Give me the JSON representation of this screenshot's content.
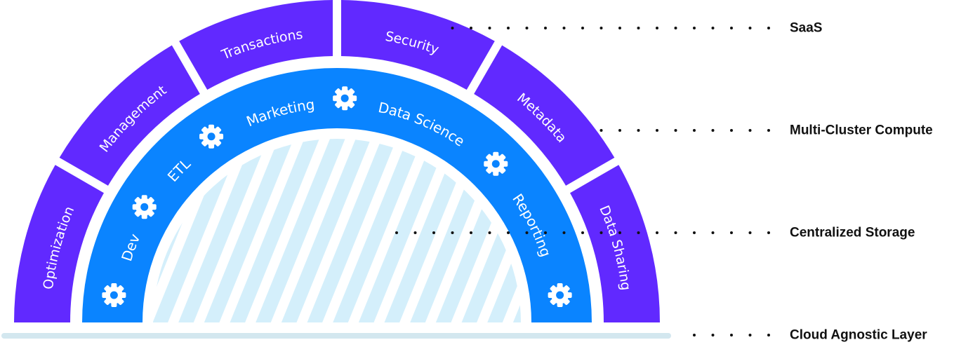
{
  "colors": {
    "purple": "#6129ff",
    "blue": "#0a84ff",
    "hatch": "#d4effb",
    "base": "#d3e7ef",
    "text": "#111111"
  },
  "outer_ring": {
    "segments": [
      {
        "label": "Optimization"
      },
      {
        "label": "Management"
      },
      {
        "label": "Transactions"
      },
      {
        "label": "Security"
      },
      {
        "label": "Metadata"
      },
      {
        "label": "Data Sharing"
      }
    ]
  },
  "inner_ring": {
    "items": [
      {
        "type": "gear-icon"
      },
      {
        "type": "label",
        "label": "Dev"
      },
      {
        "type": "gear-icon"
      },
      {
        "type": "label",
        "label": "ETL"
      },
      {
        "type": "gear-icon"
      },
      {
        "type": "label",
        "label": "Marketing"
      },
      {
        "type": "gear-icon"
      },
      {
        "type": "label",
        "label": "Data Science"
      },
      {
        "type": "gear-icon"
      },
      {
        "type": "label",
        "label": "Reporting"
      },
      {
        "type": "gear-icon"
      }
    ]
  },
  "legend": [
    {
      "label": "SaaS"
    },
    {
      "label": "Multi-Cluster Compute"
    },
    {
      "label": "Centralized Storage"
    },
    {
      "label": "Cloud Agnostic Layer"
    }
  ]
}
